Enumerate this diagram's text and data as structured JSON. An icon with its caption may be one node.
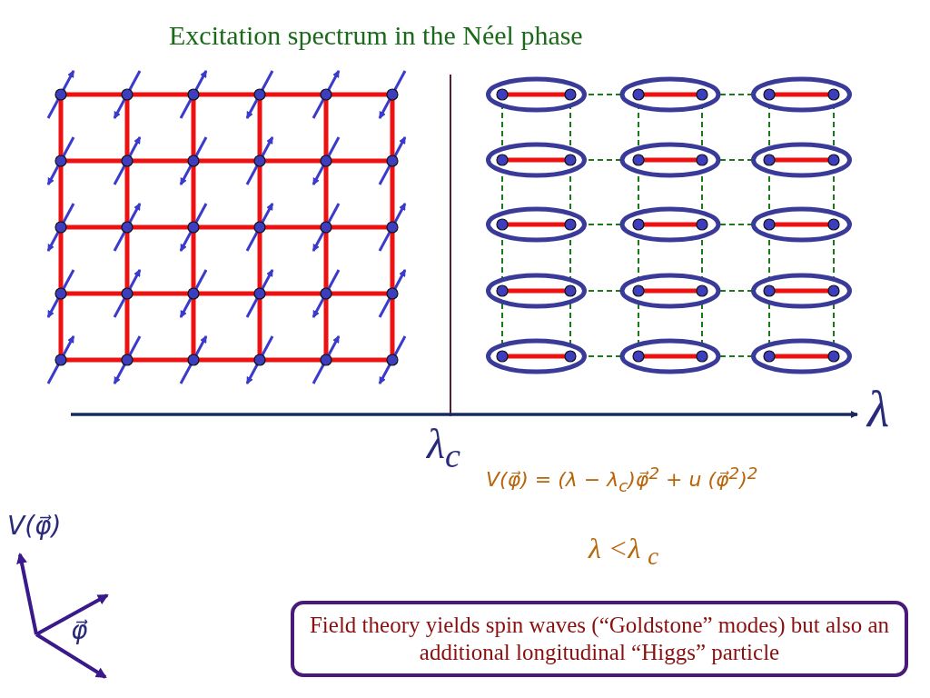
{
  "diagram": {
    "title": "Excitation spectrum in the Néel phase",
    "nodes": [
      {
        "text": [
          "Field theory yields spin waves (“Goldstone” modes) but also an additional longitudinal “Higgs” particle"
        ]
      }
    ],
    "edges": [],
    "labels": [
      "λ",
      "λ$_{c}$",
      "V(φ⃗) = (λ − λ$_{c}$)φ⃗$^{2}$ + u (φ⃗$^{2}$)$^{2}$",
      "λ <λ $_{c}$",
      "V(φ⃗)",
      "φ⃗"
    ]
  }
}
